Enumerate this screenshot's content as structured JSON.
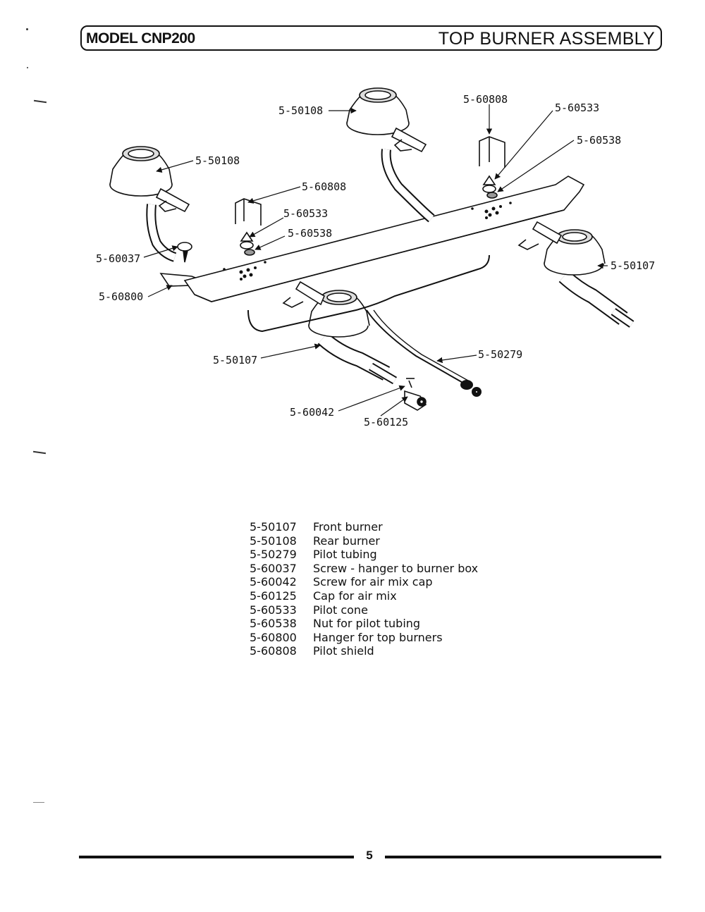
{
  "header": {
    "model": "MODEL CNP200",
    "section": "TOP BURNER ASSEMBLY"
  },
  "diagram": {
    "callouts": [
      {
        "id": "rear-right-burner",
        "text": "5-50108"
      },
      {
        "id": "rear-left-burner",
        "text": "5-50108"
      },
      {
        "id": "right-pilot-shield",
        "text": "5-60808"
      },
      {
        "id": "right-pilot-cone",
        "text": "5-60533"
      },
      {
        "id": "right-pilot-nut",
        "text": "5-60538"
      },
      {
        "id": "left-pilot-shield",
        "text": "5-60808"
      },
      {
        "id": "left-pilot-cone",
        "text": "5-60533"
      },
      {
        "id": "left-pilot-nut",
        "text": "5-60538"
      },
      {
        "id": "hanger-screw",
        "text": "5-60037"
      },
      {
        "id": "hanger",
        "text": "5-60800"
      },
      {
        "id": "front-right-burner",
        "text": "5-50107"
      },
      {
        "id": "front-left-burner",
        "text": "5-50107"
      },
      {
        "id": "pilot-tubing",
        "text": "5-50279"
      },
      {
        "id": "air-mix-screw",
        "text": "5-60042"
      },
      {
        "id": "air-mix-cap",
        "text": "5-60125"
      }
    ]
  },
  "parts_list": [
    {
      "number": "5-50107",
      "description": "Front burner"
    },
    {
      "number": "5-50108",
      "description": "Rear burner"
    },
    {
      "number": "5-50279",
      "description": "Pilot tubing"
    },
    {
      "number": "5-60037",
      "description": "Screw - hanger to burner box"
    },
    {
      "number": "5-60042",
      "description": "Screw for air mix cap"
    },
    {
      "number": "5-60125",
      "description": "Cap for air mix"
    },
    {
      "number": "5-60533",
      "description": "Pilot cone"
    },
    {
      "number": "5-60538",
      "description": "Nut for pilot tubing"
    },
    {
      "number": "5-60800",
      "description": "Hanger for top burners"
    },
    {
      "number": "5-60808",
      "description": "Pilot shield"
    }
  ],
  "footer": {
    "page_number": "5"
  }
}
